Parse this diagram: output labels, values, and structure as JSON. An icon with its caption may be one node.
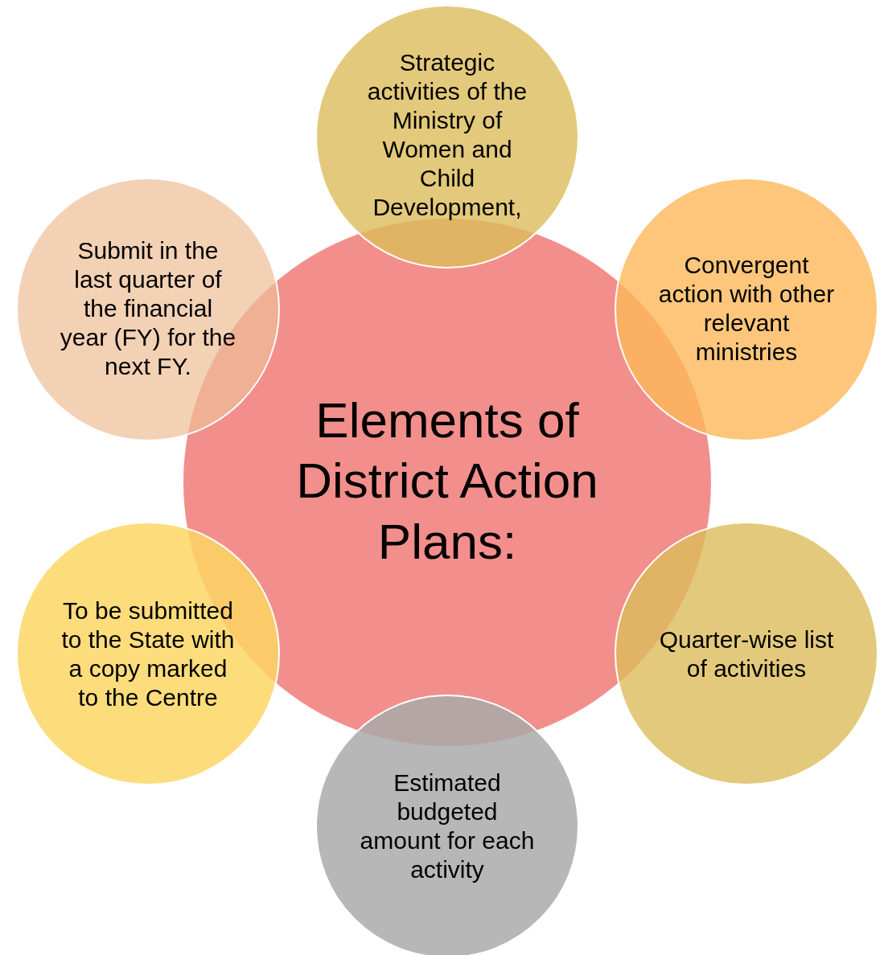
{
  "diagram": {
    "nodes": [
      {
        "text": [
          "Elements of District Action Plans:"
        ]
      },
      {
        "text": [
          "Strategic activities of the Ministry of Women and Child Development,"
        ]
      },
      {
        "text": [
          "Convergent action with other relevant ministries"
        ]
      },
      {
        "text": [
          "Quarter-wise list of activities"
        ]
      },
      {
        "text": [
          "Estimated budgeted amount for each activity"
        ]
      },
      {
        "text": [
          "To be submitted to the State with a copy marked to the Centre"
        ]
      },
      {
        "text": [
          "Submit in the last quarter of the financial year (FY) for the next FY."
        ]
      }
    ]
  }
}
